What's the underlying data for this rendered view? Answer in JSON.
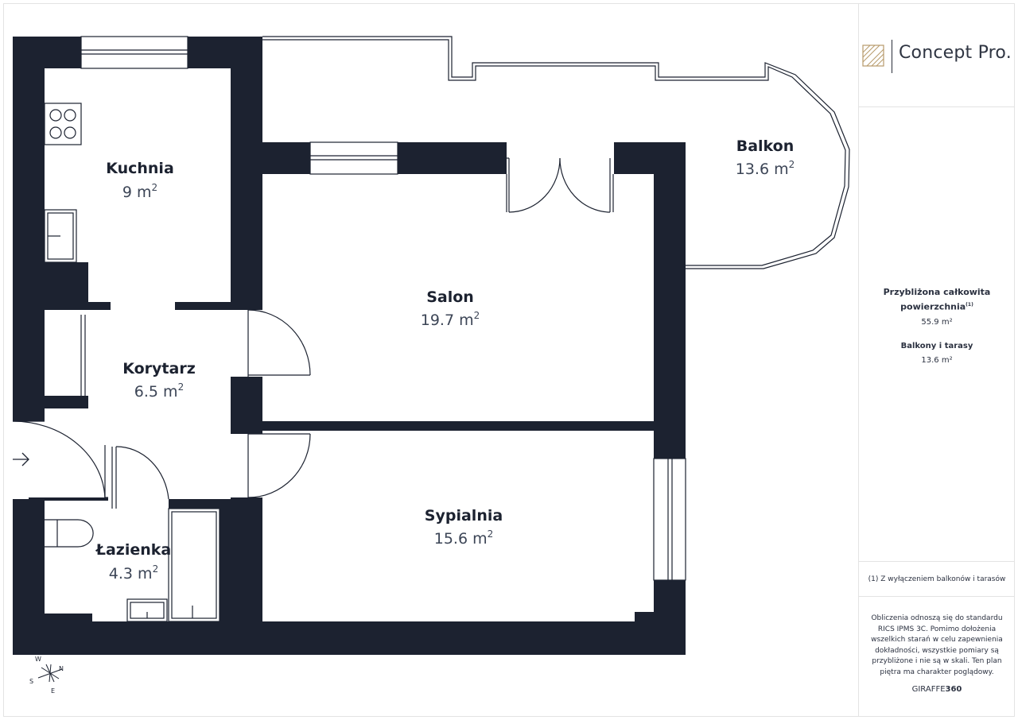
{
  "rooms": [
    {
      "name": "Kuchnia",
      "area": "9 m",
      "sup": "2"
    },
    {
      "name": "Salon",
      "area": "19.7 m",
      "sup": "2"
    },
    {
      "name": "Balkon",
      "area": "13.6 m",
      "sup": "2"
    },
    {
      "name": "Korytarz",
      "area": "6.5 m",
      "sup": "2"
    },
    {
      "name": "Sypialnia",
      "area": "15.6 m",
      "sup": "2"
    },
    {
      "name": "Łazienka",
      "area": "4.3 m",
      "sup": "2"
    }
  ],
  "compass": {
    "w": "W",
    "n": "N",
    "s": "S",
    "e": "E"
  },
  "brand": {
    "logo": "Concept Pro.",
    "footer_prefix": "GIRAFFE",
    "footer_bold": "360"
  },
  "summary": {
    "total_label_1": "Przybliżona całkowita",
    "total_label_2": "powierzchnia",
    "total_note_ref": "(1)",
    "total_value": "55.9 m²",
    "balcony_label": "Balkony i tarasy",
    "balcony_value": "13.6 m²"
  },
  "footnote": "(1) Z wyłączeniem balkonów i tarasów",
  "disclaimer": [
    "Obliczenia odnoszą się do standardu",
    "RICS IPMS 3C. Pomimo dołożenia",
    "wszelkich starań w celu zapewnienia",
    "dokładności, wszystkie pomiary są",
    "przybliżone i nie są w skali. Ten plan",
    "piętra ma charakter poglądowy."
  ],
  "colors": {
    "wall": "#1c2230",
    "line": "#1c2230",
    "text": "#3c4556",
    "logo_gold": "#b79a6a"
  }
}
